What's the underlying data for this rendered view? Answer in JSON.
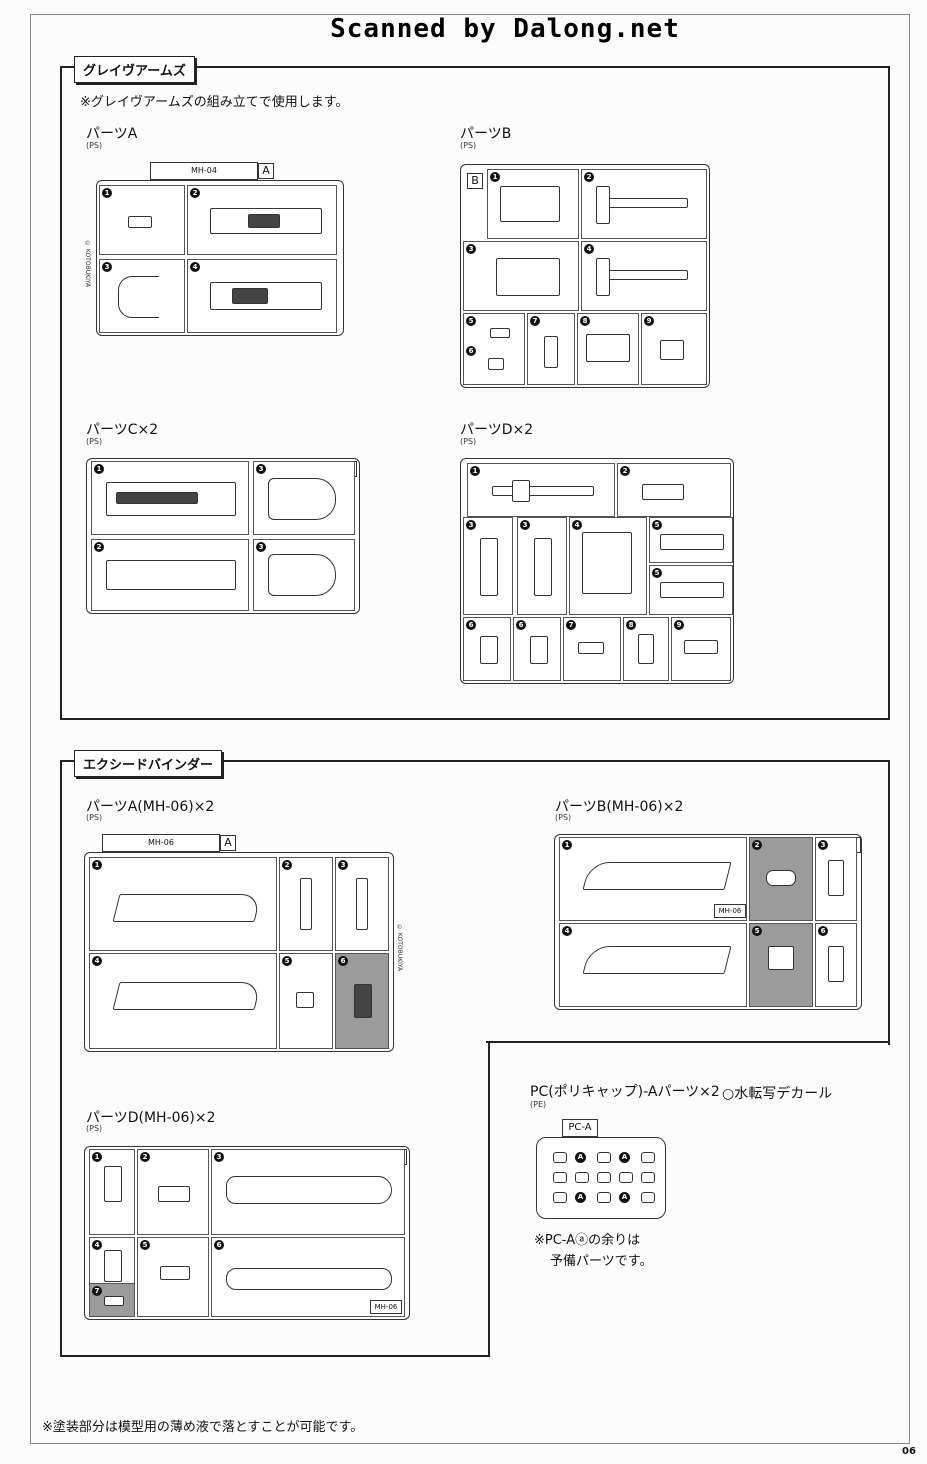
{
  "header": {
    "scan_credit": "Scanned by Dalong.net"
  },
  "section1": {
    "title": "グレイヴアームズ",
    "note": "※グレイヴアームズの組み立てで使用します。",
    "parts": [
      {
        "label": "パーツA",
        "material": "(PS)",
        "runner_code": "MH-04",
        "letter": "A"
      },
      {
        "label": "パーツB",
        "material": "(PS)",
        "letter": "B"
      },
      {
        "label": "パーツC×2",
        "material": "(PS)",
        "letter": "C"
      },
      {
        "label": "パーツD×2",
        "material": "(PS)",
        "letter": "D"
      }
    ]
  },
  "section2": {
    "title": "エクシードバインダー",
    "parts": [
      {
        "label": "パーツA(MH-06)×2",
        "material": "(PS)",
        "runner_code": "MH-06",
        "letter": "A"
      },
      {
        "label": "パーツB(MH-06)×2",
        "material": "(PS)",
        "runner_code": "MH-06",
        "letter": "B"
      },
      {
        "label": "パーツD(MH-06)×2",
        "material": "(PS)",
        "runner_code": "MH-06",
        "letter": "D"
      }
    ],
    "pc": {
      "label": "PC(ポリキャップ)-Aパーツ×2",
      "material": "(PE)",
      "runner_code": "PC-A",
      "spare_note_1": "※PC-Aⓐの余りは",
      "spare_note_2": "予備パーツです。"
    },
    "decal": "○水転写デカール"
  },
  "copyright": "© KOTOBUKIYA",
  "footer": {
    "note": "※塗装部分は模型用の薄め液で落とすことが可能です。",
    "page_number": "06"
  },
  "numbers": [
    "1",
    "2",
    "3",
    "4",
    "5",
    "6",
    "7",
    "8",
    "9"
  ],
  "pc_mark": "A"
}
